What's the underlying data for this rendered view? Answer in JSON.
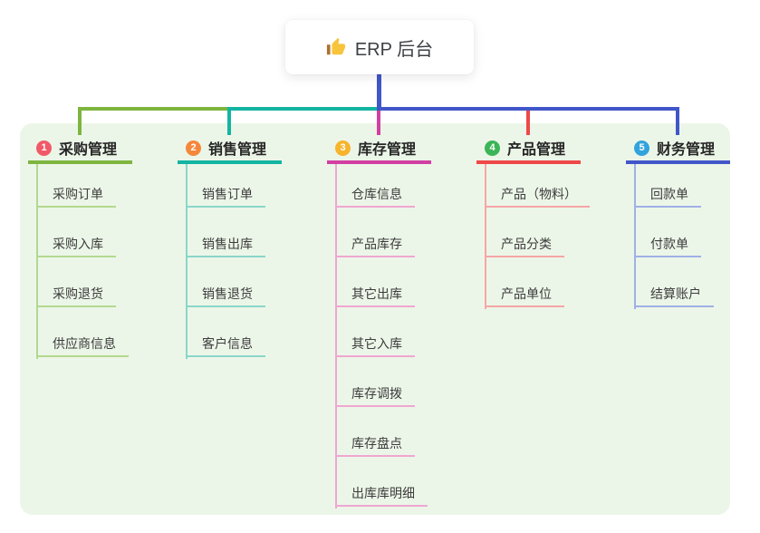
{
  "canvas": {
    "background": "#ecf6e8"
  },
  "root": {
    "title": "ERP 后台",
    "icon": "thumbs-up-icon",
    "connector_color": "#4156c8"
  },
  "branches": [
    {
      "badge": "1",
      "label": "采购管理",
      "badge_color": "#f15968",
      "line_color": "#7db53e",
      "child_line_color": "#b2d98f",
      "children": [
        "采购订单",
        "采购入库",
        "采购退货",
        "供应商信息"
      ]
    },
    {
      "badge": "2",
      "label": "销售管理",
      "badge_color": "#f5873b",
      "line_color": "#13b5a2",
      "child_line_color": "#8ad6ca",
      "children": [
        "销售订单",
        "销售出库",
        "销售退货",
        "客户信息"
      ]
    },
    {
      "badge": "3",
      "label": "库存管理",
      "badge_color": "#f7b42c",
      "line_color": "#d23fa2",
      "child_line_color": "#f0a6d1",
      "children": [
        "仓库信息",
        "产品库存",
        "其它出库",
        "其它入库",
        "库存调拨",
        "库存盘点",
        "出库库明细"
      ]
    },
    {
      "badge": "4",
      "label": "产品管理",
      "badge_color": "#3bb557",
      "line_color": "#ee4848",
      "child_line_color": "#f6a6a6",
      "children": [
        "产品（物料）",
        "产品分类",
        "产品单位"
      ]
    },
    {
      "badge": "5",
      "label": "财务管理",
      "badge_color": "#33a3dc",
      "line_color": "#4156c8",
      "child_line_color": "#9fb0e6",
      "children": [
        "回款单",
        "付款单",
        "结算账户"
      ]
    }
  ]
}
